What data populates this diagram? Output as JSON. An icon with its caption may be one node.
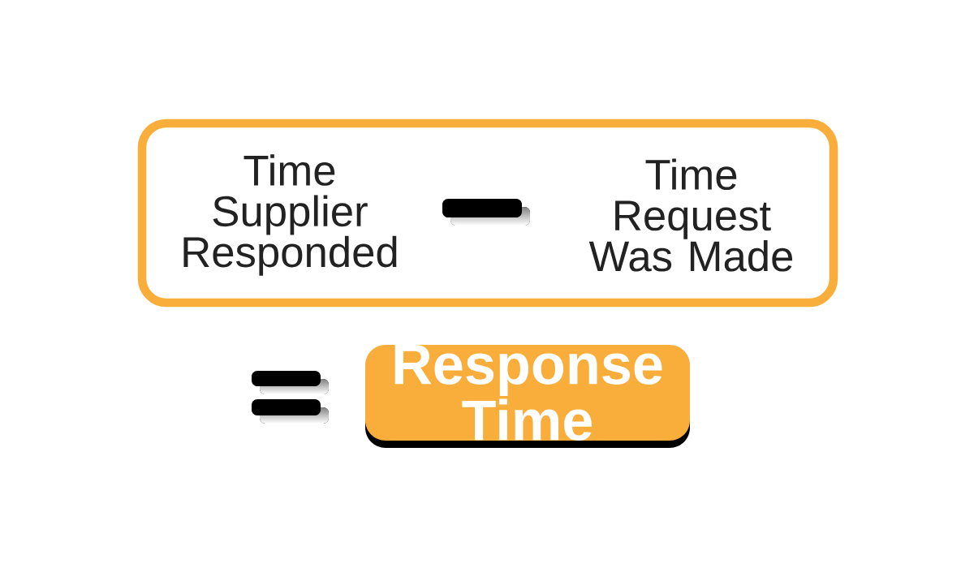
{
  "diagram": {
    "nodes": [
      {
        "text": [
          "Time Supplier Responded",
          "Time Request Was Made"
        ]
      },
      {
        "text": [
          "Response Time"
        ]
      }
    ]
  }
}
